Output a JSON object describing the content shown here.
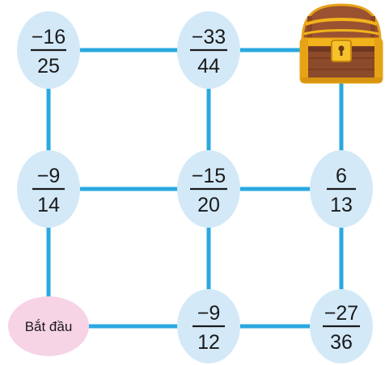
{
  "nodes": [
    {
      "id": "r1c1",
      "numerator": "−16",
      "denominator": "25"
    },
    {
      "id": "r1c2",
      "numerator": "−33",
      "denominator": "44"
    },
    {
      "id": "r2c1",
      "numerator": "−9",
      "denominator": "14"
    },
    {
      "id": "r2c2",
      "numerator": "−15",
      "denominator": "20"
    },
    {
      "id": "r2c3",
      "numerator": "6",
      "denominator": "13"
    },
    {
      "id": "r3c2",
      "numerator": "−9",
      "denominator": "12"
    },
    {
      "id": "r3c3",
      "numerator": "−27",
      "denominator": "36"
    }
  ],
  "start": {
    "label": "Bắt đầu"
  },
  "goal": {
    "icon": "treasure-chest-icon"
  },
  "colors": {
    "edge": "#2aa8e0",
    "node_fill": "#d3e9f8",
    "start_fill": "#f7d3e6",
    "text": "#1a1a1a",
    "chest_wood": "#8b4a2a",
    "chest_gold": "#f2b31b"
  }
}
